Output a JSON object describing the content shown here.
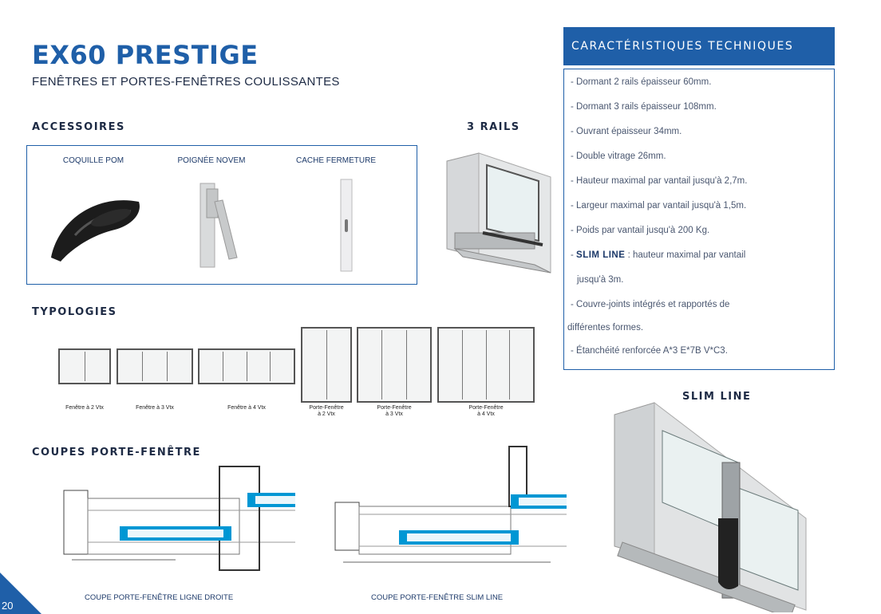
{
  "header": {
    "title": "EX60 PRESTIGE",
    "subtitle": "FENÊTRES ET PORTES-FENÊTRES COULISSANTES"
  },
  "accessories": {
    "heading": "ACCESSOIRES",
    "items": [
      {
        "label": "COQUILLE POM"
      },
      {
        "label": "POIGNÉE NOVEM"
      },
      {
        "label": "CACHE FERMETURE"
      }
    ]
  },
  "three_rails": {
    "heading": "3 RAILS"
  },
  "typologies": {
    "heading": "TYPOLOGIES",
    "items": [
      {
        "caption": "Fenêtre à 2 Vtx"
      },
      {
        "caption": "Fenêtre à 3 Vtx"
      },
      {
        "caption": "Fenêtre à 4 Vtx"
      },
      {
        "caption": "Porte-Fenêtre\nà 2 Vtx"
      },
      {
        "caption": "Porte-Fenêtre\nà 3 Vtx"
      },
      {
        "caption": "Porte-Fenêtre\nà 4 Vtx"
      }
    ]
  },
  "coupes": {
    "heading": "COUPES PORTE-FENÊTRE",
    "captions": [
      "COUPE PORTE-FENÊTRE LIGNE DROITE",
      "COUPE PORTE-FENÊTRE SLIM LINE"
    ]
  },
  "tech": {
    "heading": "CARACTÉRISTIQUES TECHNIQUES",
    "specs": [
      "- Dormant 2 rails épaisseur 60mm.",
      "- Dormant 3 rails épaisseur 108mm.",
      "- Ouvrant épaisseur 34mm.",
      "- Double vitrage 26mm.",
      "- Hauteur maximal par vantail jusqu'à 2,7m.",
      "- Largeur maximal par vantail jusqu'à 1,5m.",
      "- Poids par vantail jusqu'à 200 Kg."
    ],
    "slim_prefix": "- ",
    "slim_label": "SLIM LINE",
    "slim_text": " : hauteur maximal par vantail",
    "slim_cont": "jusqu'à 3m.",
    "specs2": [
      "- Couvre-joints intégrés et rapportés de",
      "différentes formes.",
      "- Étanchéité renforcée A*3 E*7B V*C3."
    ]
  },
  "slim_line": {
    "heading": "SLIM LINE"
  },
  "page": {
    "number": "20"
  },
  "colors": {
    "accent": "#1f5fa8",
    "text": "#1d2a44"
  }
}
